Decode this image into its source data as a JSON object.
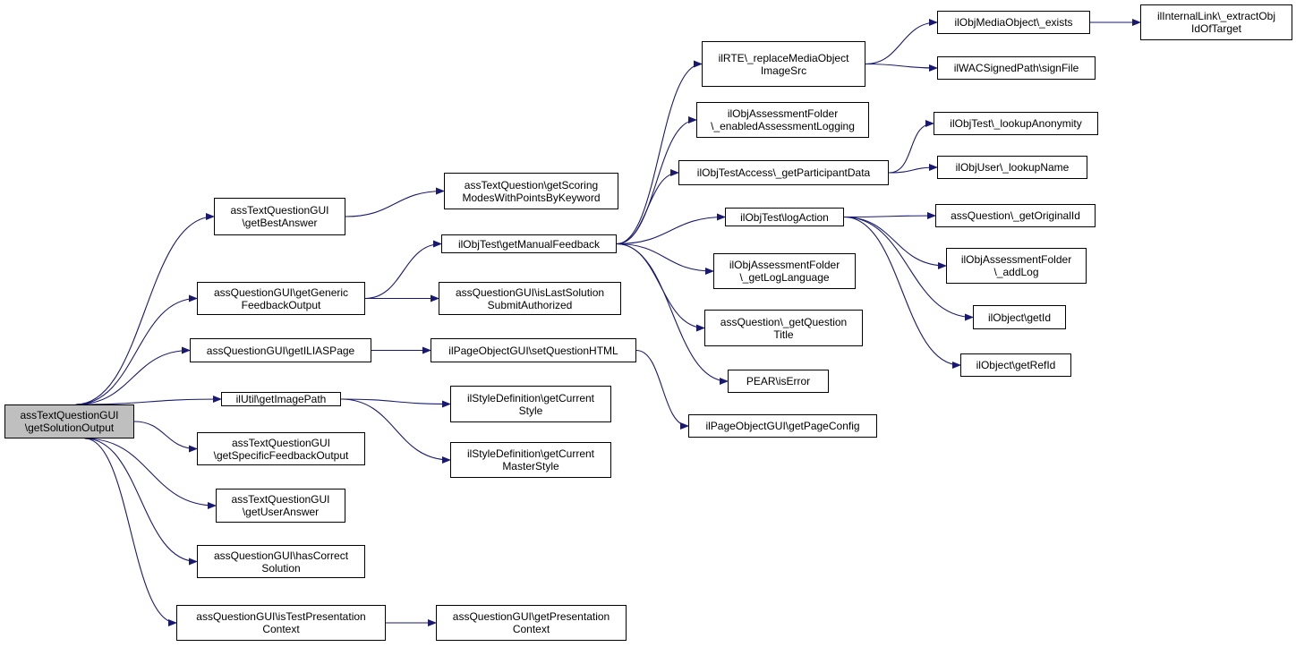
{
  "graph": {
    "root": "n0",
    "edge_color": "#191970",
    "root_fill": "#bfbfbf",
    "nodes": [
      {
        "id": "n0",
        "lines": [
          "assTextQuestionGUI",
          "\\getSolutionOutput"
        ]
      },
      {
        "id": "n1",
        "lines": [
          "assTextQuestionGUI",
          "\\getBestAnswer"
        ]
      },
      {
        "id": "n2",
        "lines": [
          "assQuestionGUI\\getGeneric",
          "FeedbackOutput"
        ]
      },
      {
        "id": "n3",
        "lines": [
          "assQuestionGUI\\getILIASPage"
        ]
      },
      {
        "id": "n4",
        "lines": [
          "ilUtil\\getImagePath"
        ]
      },
      {
        "id": "n5",
        "lines": [
          "assTextQuestionGUI",
          "\\getSpecificFeedbackOutput"
        ]
      },
      {
        "id": "n6",
        "lines": [
          "assTextQuestionGUI",
          "\\getUserAnswer"
        ]
      },
      {
        "id": "n7",
        "lines": [
          "assQuestionGUI\\hasCorrect",
          "Solution"
        ]
      },
      {
        "id": "n8",
        "lines": [
          "assQuestionGUI\\isTestPresentation",
          "Context"
        ]
      },
      {
        "id": "n9",
        "lines": [
          "assTextQuestion\\getScoring",
          "ModesWithPointsByKeyword"
        ]
      },
      {
        "id": "n10",
        "lines": [
          "ilObjTest\\getManualFeedback"
        ]
      },
      {
        "id": "n11",
        "lines": [
          "assQuestionGUI\\isLastSolution",
          "SubmitAuthorized"
        ]
      },
      {
        "id": "n12",
        "lines": [
          "ilPageObjectGUI\\setQuestionHTML"
        ]
      },
      {
        "id": "n13",
        "lines": [
          "ilStyleDefinition\\getCurrent",
          "Style"
        ]
      },
      {
        "id": "n14",
        "lines": [
          "ilStyleDefinition\\getCurrent",
          "MasterStyle"
        ]
      },
      {
        "id": "n15",
        "lines": [
          "assQuestionGUI\\getPresentation",
          "Context"
        ]
      },
      {
        "id": "n16",
        "lines": [
          "ilRTE\\_replaceMediaObject",
          "ImageSrc"
        ]
      },
      {
        "id": "n17",
        "lines": [
          "ilObjAssessmentFolder",
          "\\_enabledAssessmentLogging"
        ]
      },
      {
        "id": "n18",
        "lines": [
          "ilObjTestAccess\\_getParticipantData"
        ]
      },
      {
        "id": "n19",
        "lines": [
          "ilObjTest\\logAction"
        ]
      },
      {
        "id": "n20",
        "lines": [
          "ilObjAssessmentFolder",
          "\\_getLogLanguage"
        ]
      },
      {
        "id": "n21",
        "lines": [
          "assQuestion\\_getQuestion",
          "Title"
        ]
      },
      {
        "id": "n22",
        "lines": [
          "PEAR\\isError"
        ]
      },
      {
        "id": "n23",
        "lines": [
          "ilPageObjectGUI\\getPageConfig"
        ]
      },
      {
        "id": "n24",
        "lines": [
          "ilObjMediaObject\\_exists"
        ]
      },
      {
        "id": "n25",
        "lines": [
          "ilWACSignedPath\\signFile"
        ]
      },
      {
        "id": "n26",
        "lines": [
          "ilObjTest\\_lookupAnonymity"
        ]
      },
      {
        "id": "n27",
        "lines": [
          "ilObjUser\\_lookupName"
        ]
      },
      {
        "id": "n28",
        "lines": [
          "assQuestion\\_getOriginalId"
        ]
      },
      {
        "id": "n29",
        "lines": [
          "ilObjAssessmentFolder",
          "\\_addLog"
        ]
      },
      {
        "id": "n30",
        "lines": [
          "ilObject\\getId"
        ]
      },
      {
        "id": "n31",
        "lines": [
          "ilObject\\getRefId"
        ]
      },
      {
        "id": "n32",
        "lines": [
          "ilInternalLink\\_extractObj",
          "IdOfTarget"
        ]
      }
    ],
    "edges": [
      [
        "n0",
        "n1"
      ],
      [
        "n0",
        "n2"
      ],
      [
        "n0",
        "n3"
      ],
      [
        "n0",
        "n4"
      ],
      [
        "n0",
        "n5"
      ],
      [
        "n0",
        "n6"
      ],
      [
        "n0",
        "n7"
      ],
      [
        "n0",
        "n8"
      ],
      [
        "n1",
        "n9"
      ],
      [
        "n2",
        "n10"
      ],
      [
        "n2",
        "n11"
      ],
      [
        "n3",
        "n12"
      ],
      [
        "n4",
        "n13"
      ],
      [
        "n4",
        "n14"
      ],
      [
        "n8",
        "n15"
      ],
      [
        "n10",
        "n16"
      ],
      [
        "n10",
        "n17"
      ],
      [
        "n10",
        "n18"
      ],
      [
        "n10",
        "n19"
      ],
      [
        "n10",
        "n20"
      ],
      [
        "n10",
        "n21"
      ],
      [
        "n10",
        "n22"
      ],
      [
        "n12",
        "n23"
      ],
      [
        "n16",
        "n24"
      ],
      [
        "n16",
        "n25"
      ],
      [
        "n24",
        "n32"
      ],
      [
        "n18",
        "n26"
      ],
      [
        "n18",
        "n27"
      ],
      [
        "n19",
        "n28"
      ],
      [
        "n19",
        "n29"
      ],
      [
        "n19",
        "n30"
      ],
      [
        "n19",
        "n31"
      ]
    ]
  }
}
